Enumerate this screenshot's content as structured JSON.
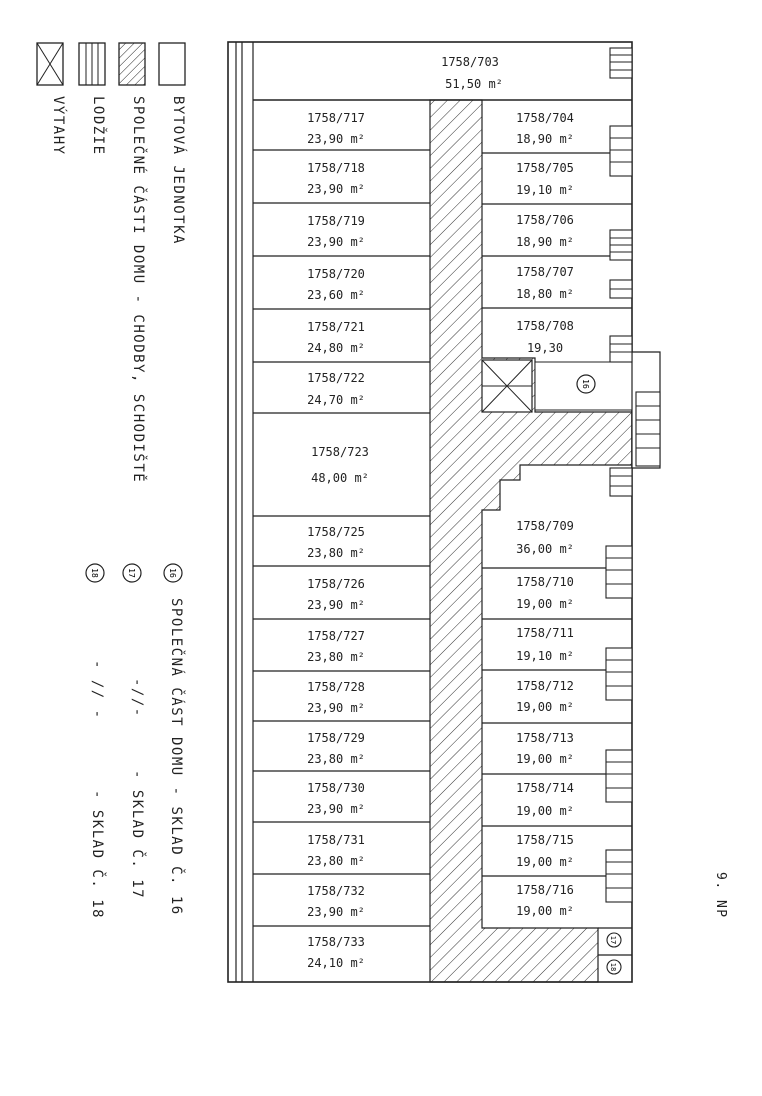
{
  "legend": {
    "items": [
      {
        "key": "dwelling",
        "symbol": "empty-box",
        "label": "BYTOVÁ JEDNOTKA"
      },
      {
        "key": "common",
        "symbol": "hatched-box",
        "label": "SPOLEČNÉ ČÁSTI DOMU - CHODBY, SCHODIŠTĚ"
      },
      {
        "key": "loggia",
        "symbol": "lined-box",
        "label": "LODŽIE"
      },
      {
        "key": "lift",
        "symbol": "crossed-box",
        "label": "VÝTAHY"
      }
    ],
    "cellars": [
      {
        "number": "16",
        "text": "SPOLEČNÁ ČÁST DOMU - SKLAD Č. 16"
      },
      {
        "number": "17",
        "text": "- SKLAD Č. 17",
        "ditto": "-//-"
      },
      {
        "number": "18",
        "text": "- SKLAD Č. 18",
        "ditto": "- // -"
      }
    ]
  },
  "floor_label": "9. NP",
  "units": {
    "u703": {
      "id": "1758/703",
      "area": "51,50 m²"
    },
    "u704": {
      "id": "1758/704",
      "area": "18,90 m²"
    },
    "u705": {
      "id": "1758/705",
      "area": "19,10 m²"
    },
    "u706": {
      "id": "1758/706",
      "area": "18,90 m²"
    },
    "u707": {
      "id": "1758/707",
      "area": "18,80 m²"
    },
    "u708": {
      "id": "1758/708",
      "area": "19,30"
    },
    "u709": {
      "id": "1758/709",
      "area": "36,00 m²"
    },
    "u710": {
      "id": "1758/710",
      "area": "19,00 m²"
    },
    "u711": {
      "id": "1758/711",
      "area": "19,10 m²"
    },
    "u712": {
      "id": "1758/712",
      "area": "19,00 m²"
    },
    "u713": {
      "id": "1758/713",
      "area": "19,00 m²"
    },
    "u714": {
      "id": "1758/714",
      "area": "19,00 m²"
    },
    "u715": {
      "id": "1758/715",
      "area": "19,00 m²"
    },
    "u716": {
      "id": "1758/716",
      "area": "19,00 m²"
    },
    "u717": {
      "id": "1758/717",
      "area": "23,90 m²"
    },
    "u718": {
      "id": "1758/718",
      "area": "23,90 m²"
    },
    "u719": {
      "id": "1758/719",
      "area": "23,90 m²"
    },
    "u720": {
      "id": "1758/720",
      "area": "23,60 m²"
    },
    "u721": {
      "id": "1758/721",
      "area": "24,80 m²"
    },
    "u722": {
      "id": "1758/722",
      "area": "24,70 m²"
    },
    "u723": {
      "id": "1758/723",
      "area": "48,00 m²"
    },
    "u725": {
      "id": "1758/725",
      "area": "23,80 m²"
    },
    "u726": {
      "id": "1758/726",
      "area": "23,90 m²"
    },
    "u727": {
      "id": "1758/727",
      "area": "23,80 m²"
    },
    "u728": {
      "id": "1758/728",
      "area": "23,90 m²"
    },
    "u729": {
      "id": "1758/729",
      "area": "23,80 m²"
    },
    "u730": {
      "id": "1758/730",
      "area": "23,90 m²"
    },
    "u731": {
      "id": "1758/731",
      "area": "23,80 m²"
    },
    "u732": {
      "id": "1758/732",
      "area": "23,90 m²"
    },
    "u733": {
      "id": "1758/733",
      "area": "24,10 m²"
    }
  },
  "marks": {
    "cellar16": "16",
    "cellar17": "17",
    "cellar18": "18"
  }
}
